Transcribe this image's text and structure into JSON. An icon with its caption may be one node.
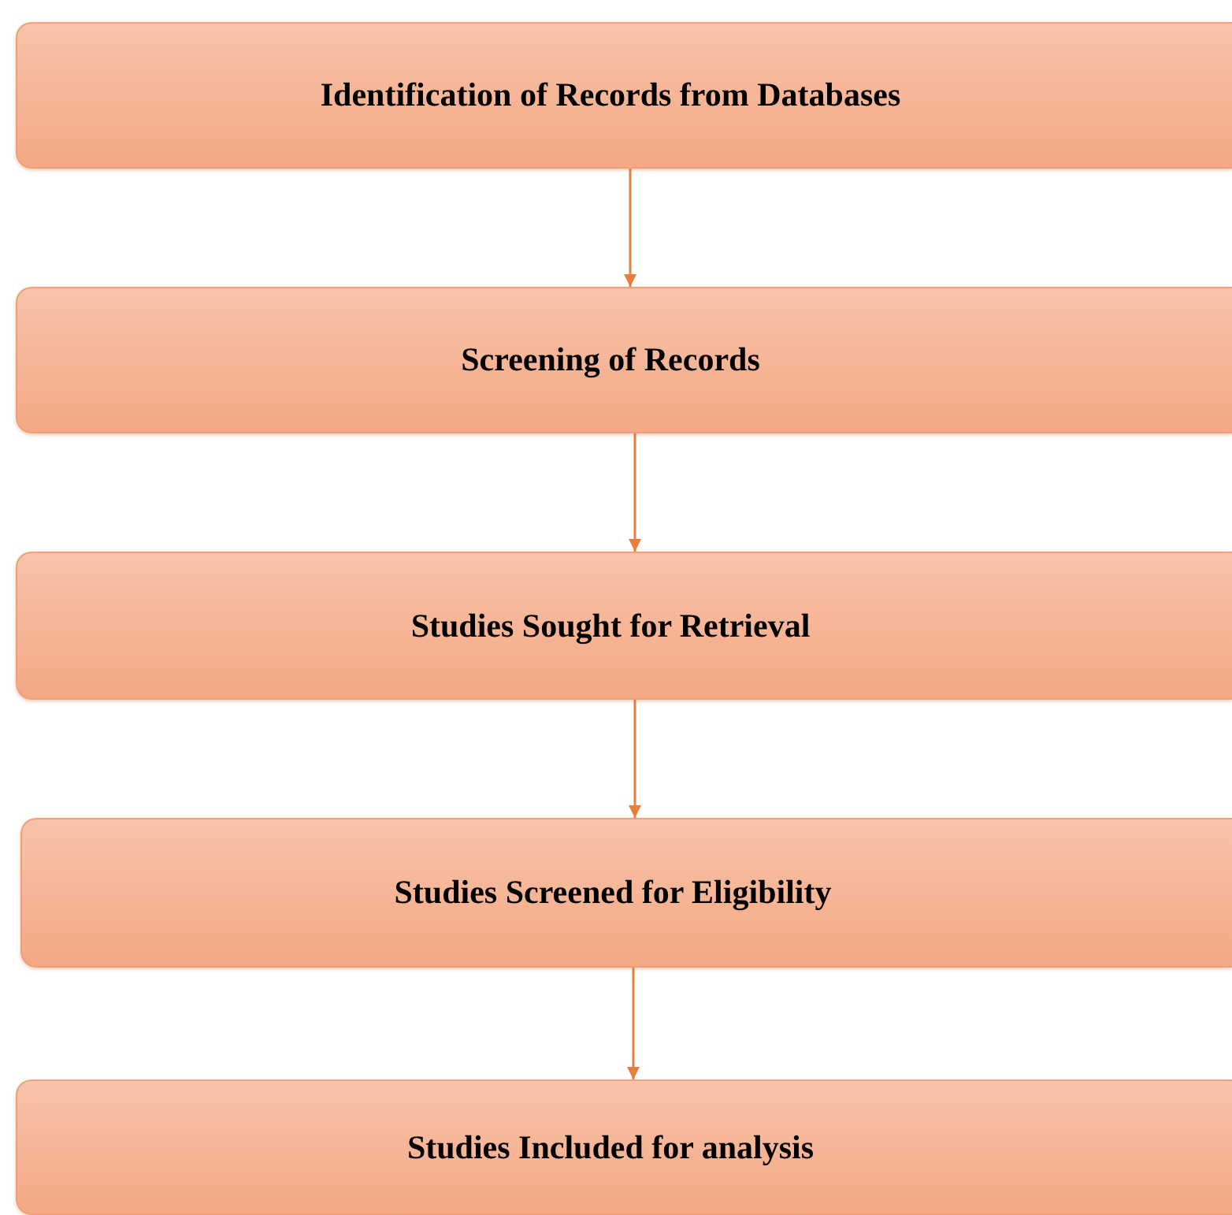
{
  "diagram": {
    "nodes": [
      {
        "text": [
          "Identification of Records from Databases"
        ]
      },
      {
        "text": [
          "Screening of Records"
        ]
      },
      {
        "text": [
          "Studies Sought for Retrieval"
        ]
      },
      {
        "text": [
          "Studies Screened for Eligibility"
        ]
      },
      {
        "text": [
          "Studies Included for analysis"
        ]
      }
    ],
    "edges": [
      {
        "from": 0,
        "to": 1,
        "arrow": "to"
      },
      {
        "from": 1,
        "to": 2,
        "arrow": "to"
      },
      {
        "from": 2,
        "to": 3,
        "arrow": "to"
      },
      {
        "from": 3,
        "to": 4,
        "arrow": "to"
      }
    ]
  }
}
